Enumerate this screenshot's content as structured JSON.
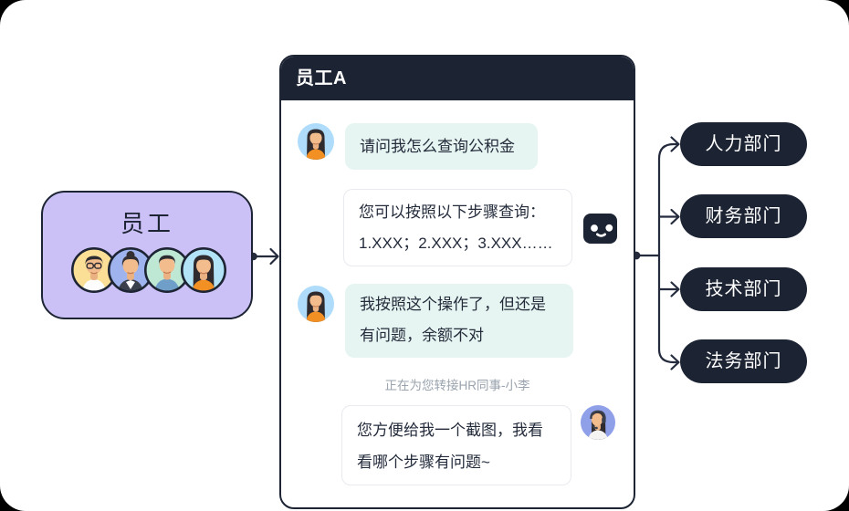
{
  "employee_box": {
    "label": "员工",
    "avatars": [
      {
        "name": "male-glasses-yellow"
      },
      {
        "name": "female-bun-blue"
      },
      {
        "name": "male-shirt-mint"
      },
      {
        "name": "female-longhair-cyan"
      }
    ]
  },
  "chat": {
    "title": "员工A",
    "messages": [
      {
        "from": "user",
        "text": "请问我怎么查询公积金"
      },
      {
        "from": "bot",
        "lines": [
          "您可以按照以下步骤查询：",
          "1.XXX；2.XXX；3.XXX……"
        ]
      },
      {
        "from": "user",
        "lines": [
          "我按照这个操作了，但还是",
          "有问题，余额不对"
        ]
      },
      {
        "from": "agent",
        "lines": [
          "您方便给我一个截图，我看",
          "看哪个步骤有问题~"
        ]
      }
    ],
    "status": "正在为您转接HR同事-小李"
  },
  "departments": [
    {
      "label": "人力部门"
    },
    {
      "label": "财务部门"
    },
    {
      "label": "技术部门"
    },
    {
      "label": "法务部门"
    }
  ],
  "icons": {
    "robot": "robot-face-icon",
    "user_avatar": "female-longhair-cyan",
    "agent_avatar": "female-headset-purple"
  },
  "colors": {
    "ink": "#1c2333",
    "line": "#242b3d",
    "employee_box_fill": "#cbc1f6",
    "mint_bubble": "#e6f5f1",
    "white_bubble_border": "#e8eaee",
    "status_gray": "#9aa3ae",
    "canvas": "#ffffff"
  }
}
